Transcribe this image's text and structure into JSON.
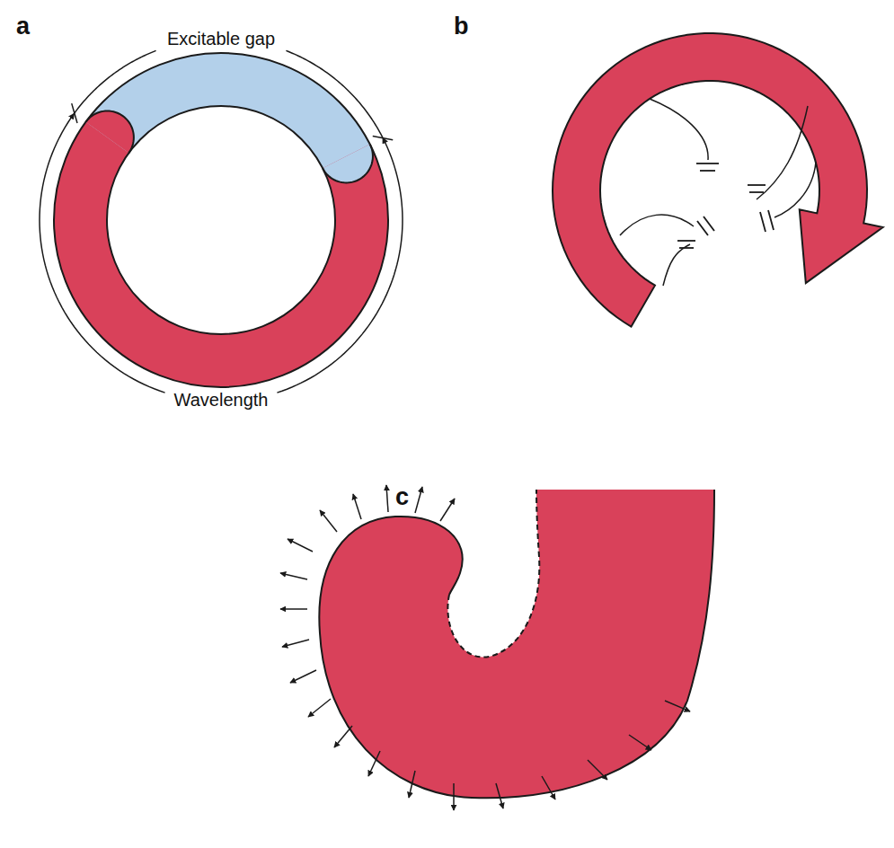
{
  "diagram": {
    "labels": [
      "a",
      "Excitable gap",
      "Wavelength",
      "b",
      "c"
    ]
  }
}
